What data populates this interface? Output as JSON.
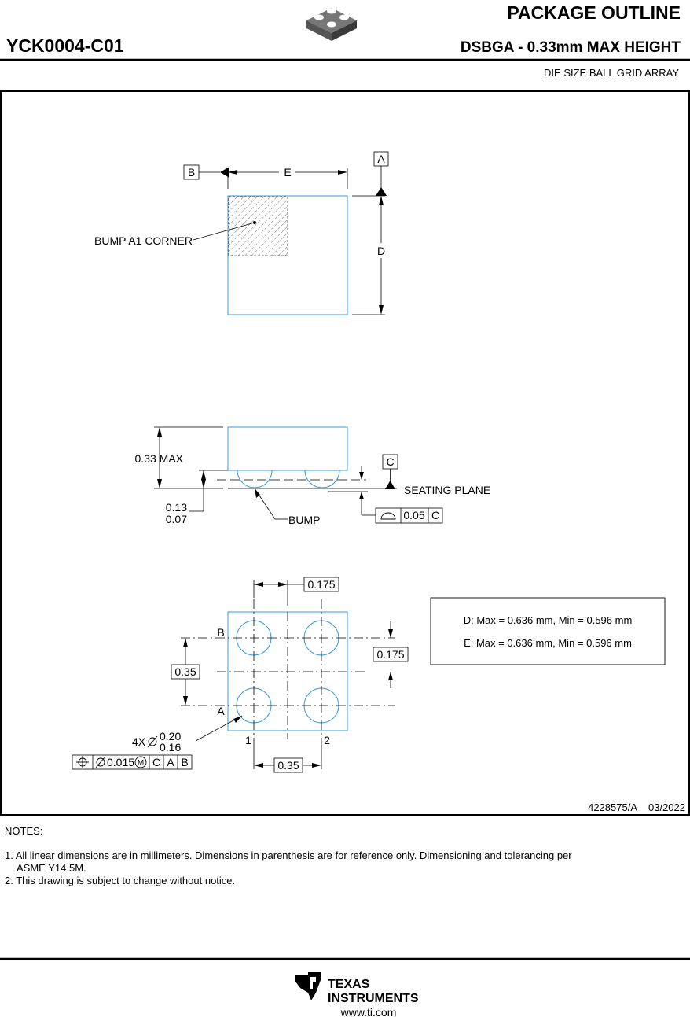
{
  "header": {
    "part_number": "YCK0004-C01",
    "title": "PACKAGE OUTLINE",
    "subtitle": "DSBGA - 0.33mm MAX HEIGHT",
    "description": "DIE SIZE BALL GRID ARRAY"
  },
  "top_view": {
    "datum_a": "A",
    "datum_b": "B",
    "dim_e": "E",
    "dim_d": "D",
    "corner_label": "BUMP A1 CORNER"
  },
  "side_view": {
    "height_label": "0.33 MAX",
    "standoff_max": "0.13",
    "standoff_min": "0.07",
    "bump_label": "BUMP",
    "datum_c": "C",
    "seating_plane": "SEATING PLANE",
    "flatness_value": "0.05",
    "flatness_datum": "C"
  },
  "bottom_view": {
    "offset_x": "0.175",
    "offset_y": "0.175",
    "pitch_y": "0.35",
    "pitch_x": "0.35",
    "row_b": "B",
    "row_a": "A",
    "col_1": "1",
    "col_2": "2",
    "ball_count": "4X",
    "ball_max": "0.20",
    "ball_min": "0.16",
    "position_tol": "0.015",
    "datum_c": "C",
    "datum_a": "A",
    "datum_b": "B"
  },
  "dimension_table": {
    "d_line": "D: Max = 0.636 mm, Min = 0.596 mm",
    "e_line": "E: Max = 0.636 mm, Min = 0.596 mm"
  },
  "drawing_ref": {
    "number": "4228575/A",
    "date": "03/2022"
  },
  "notes": {
    "heading": "NOTES:",
    "note1_line1": "1. All linear dimensions are in millimeters. Dimensions in parenthesis are for reference only. Dimensioning and tolerancing per",
    "note1_line2": "ASME Y14.5M.",
    "note2": "2. This drawing is subject to change without notice."
  },
  "footer": {
    "logo_line1": "Texas",
    "logo_line2": "Instruments",
    "url": "www.ti.com"
  },
  "colors": {
    "outline_blue": "#3399dd",
    "ink": "#000000"
  }
}
